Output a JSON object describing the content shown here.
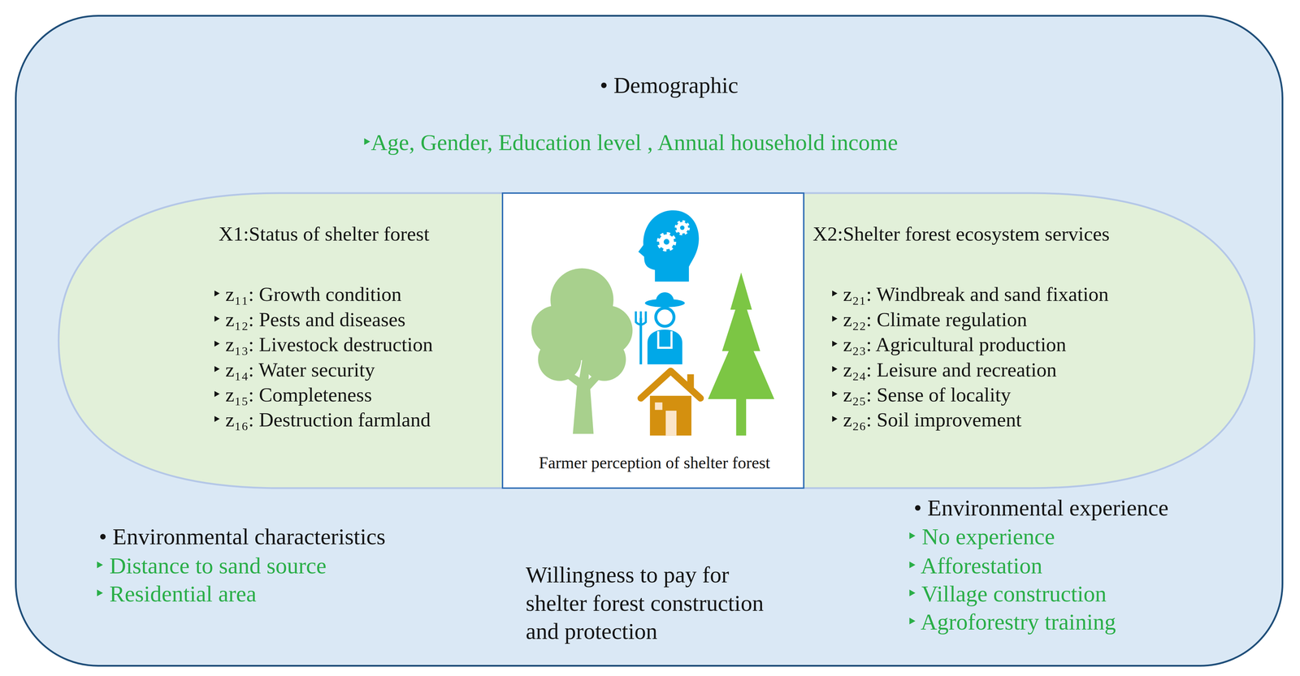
{
  "diagram": {
    "nodes": [
      {
        "text": [
          "• Demographic",
          "‣Age, Gender, Education level , Annual household income",
          "• Environmental characteristics",
          "‣ Distance to sand source",
          "‣ Residential area",
          "Willingness to pay for shelter forest construction and protection",
          "• Environmental experience",
          "‣ No experience",
          "‣ Afforestation",
          "‣ Village construction",
          "‣ Agroforestry training"
        ]
      },
      {
        "text": [
          "X1:Status of shelter forest",
          "‣ z₁₁: Growth condition",
          "‣ z₁₂: Pests and diseases",
          "‣ z₁₃: Livestock destruction",
          "‣ z₁₄: Water security",
          "‣ z₁₅: Completeness",
          "‣ z₁₆: Destruction farmland"
        ],
        "in": 0
      },
      {
        "text": [
          "Farmer perception of shelter forest"
        ],
        "in": 0
      },
      {
        "text": [
          "X2:Shelter forest ecosystem services",
          "‣ z₂₁: Windbreak and sand fixation",
          "‣ z₂₂: Climate regulation",
          "‣ z₂₃: Agricultural production",
          "‣ z₂₄: Leisure and recreation",
          "‣ z₂₅: Sense of locality",
          "‣ z₂₆: Soil improvement"
        ],
        "in": 0
      }
    ]
  }
}
